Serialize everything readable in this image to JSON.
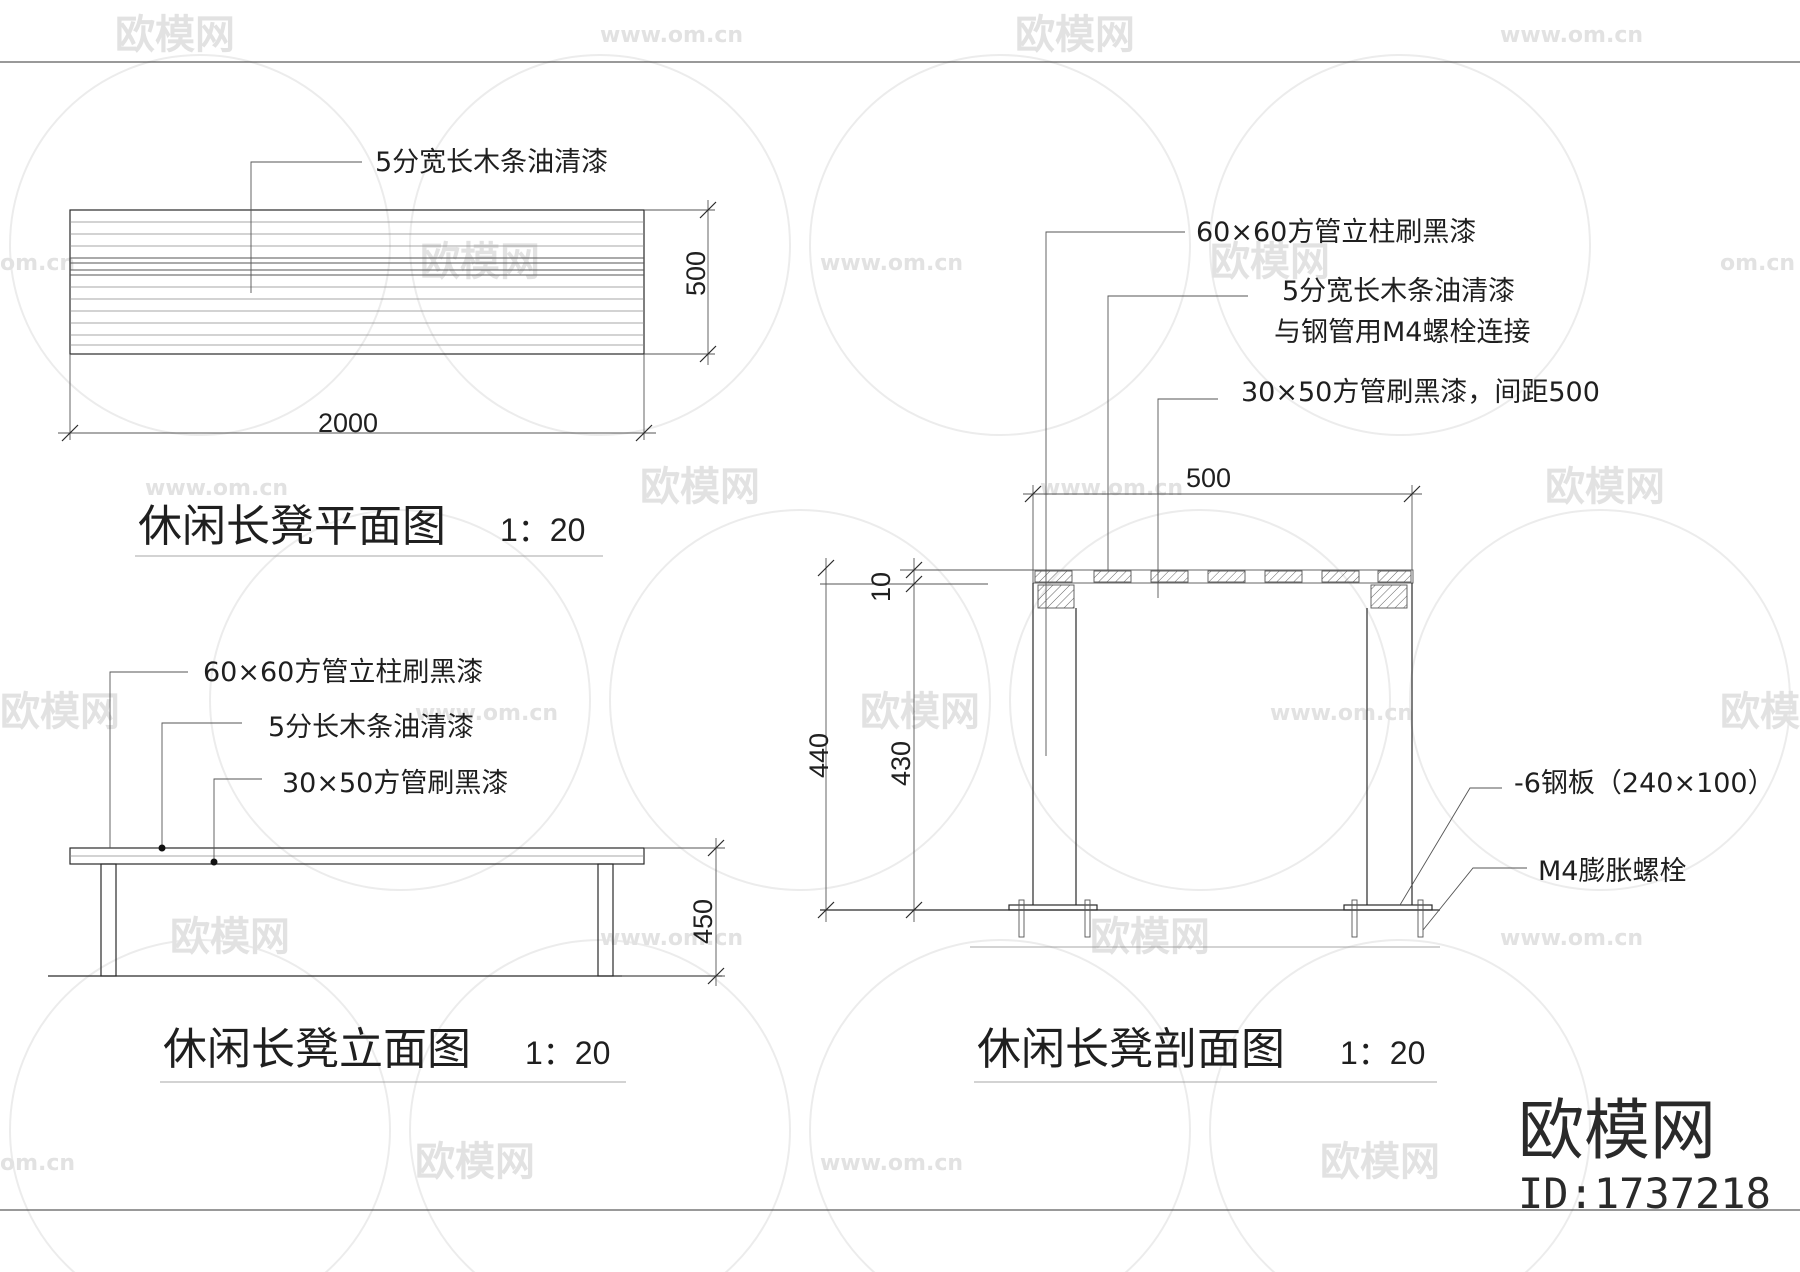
{
  "watermark": {
    "brand_text": "欧模网",
    "url_text": "www.om.cn",
    "url_fragment": "om.cn"
  },
  "plan_view": {
    "title": "休闲长凳平面图",
    "scale": "1：20",
    "leader_label": "5分宽长木条油清漆",
    "dim_length": "2000",
    "dim_width": "500"
  },
  "elevation_view": {
    "title": "休闲长凳立面图",
    "scale": "1：20",
    "leader_post": "60×60方管立柱刷黑漆",
    "leader_slat": "5分长木条油清漆",
    "leader_tube": "30×50方管刷黑漆",
    "dim_height": "450"
  },
  "section_view": {
    "title": "休闲长凳剖面图",
    "scale": "1：20",
    "leader_post": "60×60方管立柱刷黑漆",
    "leader_slat_line1": "5分宽长木条油清漆",
    "leader_slat_line2": "与钢管用M4螺栓连接",
    "leader_tube": "30×50方管刷黑漆，间距500",
    "leader_plate": "-6钢板（240×100）",
    "leader_bolt": "M4膨胀螺栓",
    "dim_width": "500",
    "dim_top": "10",
    "dim_total": "440",
    "dim_leg": "430"
  },
  "brand_block": {
    "name": "欧模网",
    "id_text": "ID:1737218"
  }
}
